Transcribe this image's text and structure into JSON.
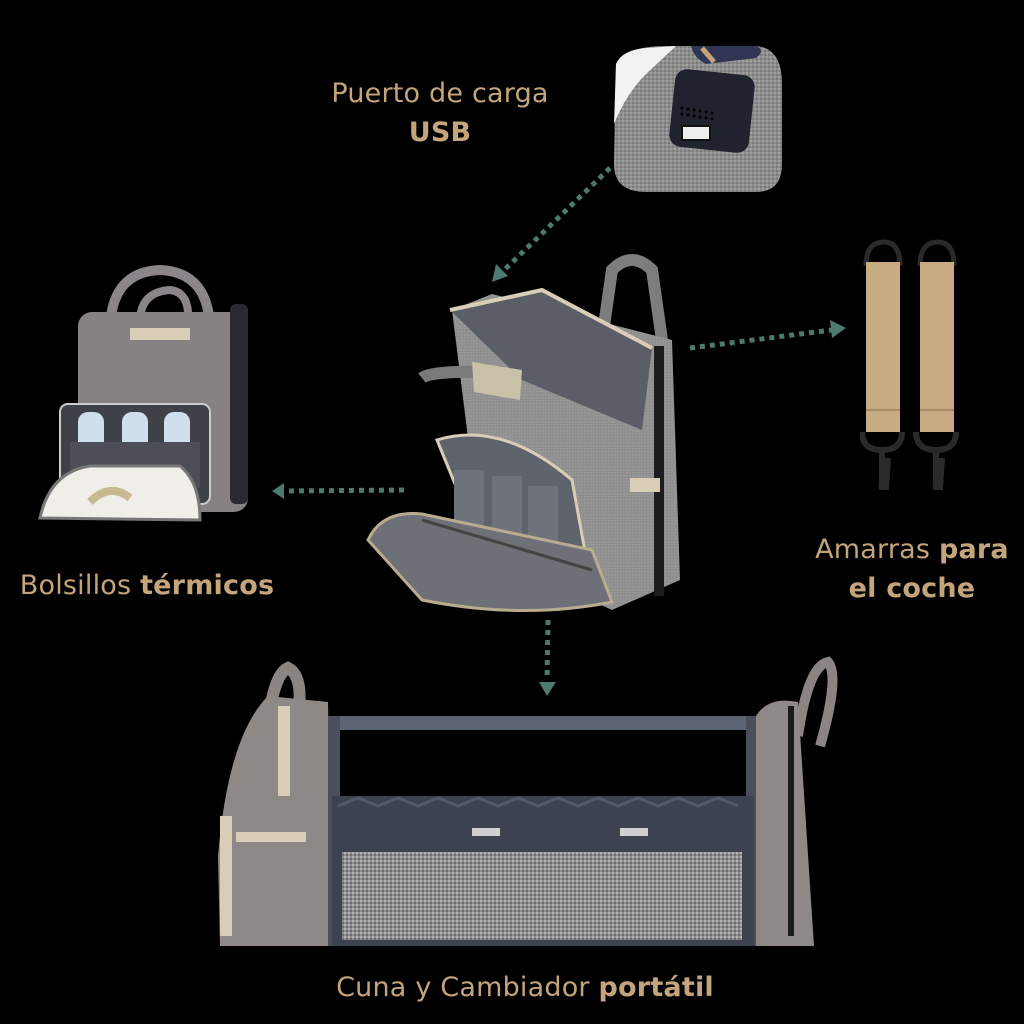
{
  "colors": {
    "background": "#000000",
    "label_text": "#c4a57b",
    "arrow": "#4d7a6e",
    "bag_gray": "#8e8c8a",
    "bag_dark": "#4a4e58",
    "strap_tan": "#c8ab82",
    "accent_beige": "#d8cdb6"
  },
  "features": {
    "usb": {
      "line1": "Puerto de carga",
      "line2": "USB",
      "image_icon": "usb-port-closeup-icon"
    },
    "thermal": {
      "regular": "Bolsillos ",
      "bold": "térmicos",
      "image_icon": "backpack-bottles-icon"
    },
    "straps": {
      "line1_regular": "Amarras ",
      "line1_bold": "para",
      "line2_bold": "el coche",
      "image_icon": "stroller-straps-icon"
    },
    "crib": {
      "regular": "Cuna y Cambiador ",
      "bold": "portátil",
      "image_icon": "portable-crib-icon"
    }
  },
  "center_product": {
    "image_icon": "open-diaper-backpack-icon"
  },
  "arrows": [
    {
      "name": "to-usb",
      "direction": "up-right"
    },
    {
      "name": "to-thermal",
      "direction": "left"
    },
    {
      "name": "to-straps",
      "direction": "right"
    },
    {
      "name": "to-crib",
      "direction": "down"
    }
  ]
}
